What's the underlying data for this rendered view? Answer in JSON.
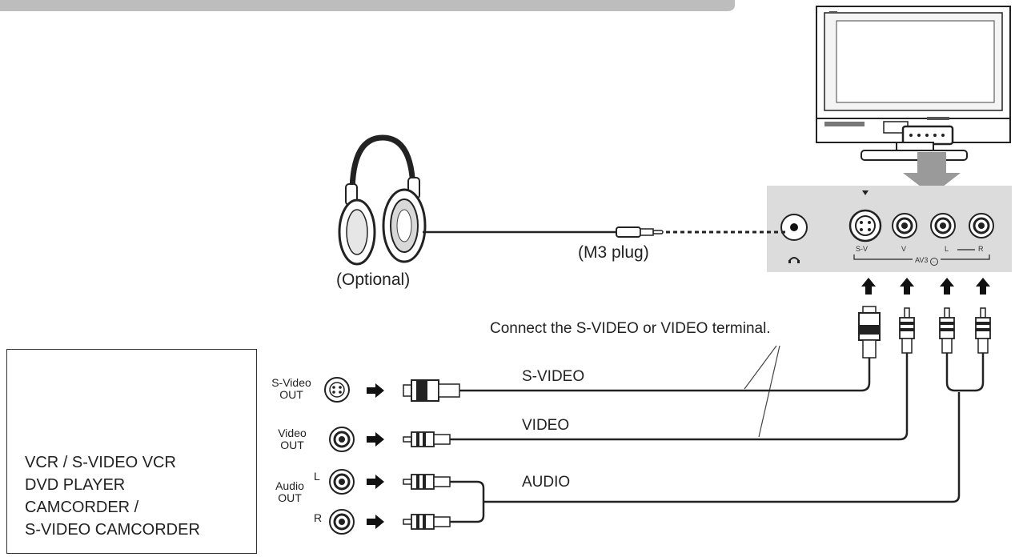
{
  "headphones": {
    "caption": "(Optional)",
    "plug_label": "(M3 plug)"
  },
  "panel": {
    "svideo_label": "S-V",
    "video_label": "V",
    "left_label": "L",
    "right_label": "R",
    "group_label": "AV3"
  },
  "note": "Connect the S-VIDEO or VIDEO terminal.",
  "device": {
    "lines": [
      "VCR / S-VIDEO VCR",
      "DVD PLAYER",
      "CAMCORDER /",
      "S-VIDEO CAMCORDER"
    ]
  },
  "outputs": {
    "svideo_out": [
      "S-Video",
      "OUT"
    ],
    "video_out": [
      "Video",
      "OUT"
    ],
    "audio_out": [
      "Audio",
      "OUT"
    ],
    "audio_l": "L",
    "audio_r": "R"
  },
  "cables": {
    "svideo": "S-VIDEO",
    "video": "VIDEO",
    "audio": "AUDIO"
  },
  "colors": {
    "line": "#222222",
    "panel_bg": "#dcdcdc",
    "arrow_gray": "#9a9a9a",
    "header_bar": "#bdbdbd"
  }
}
